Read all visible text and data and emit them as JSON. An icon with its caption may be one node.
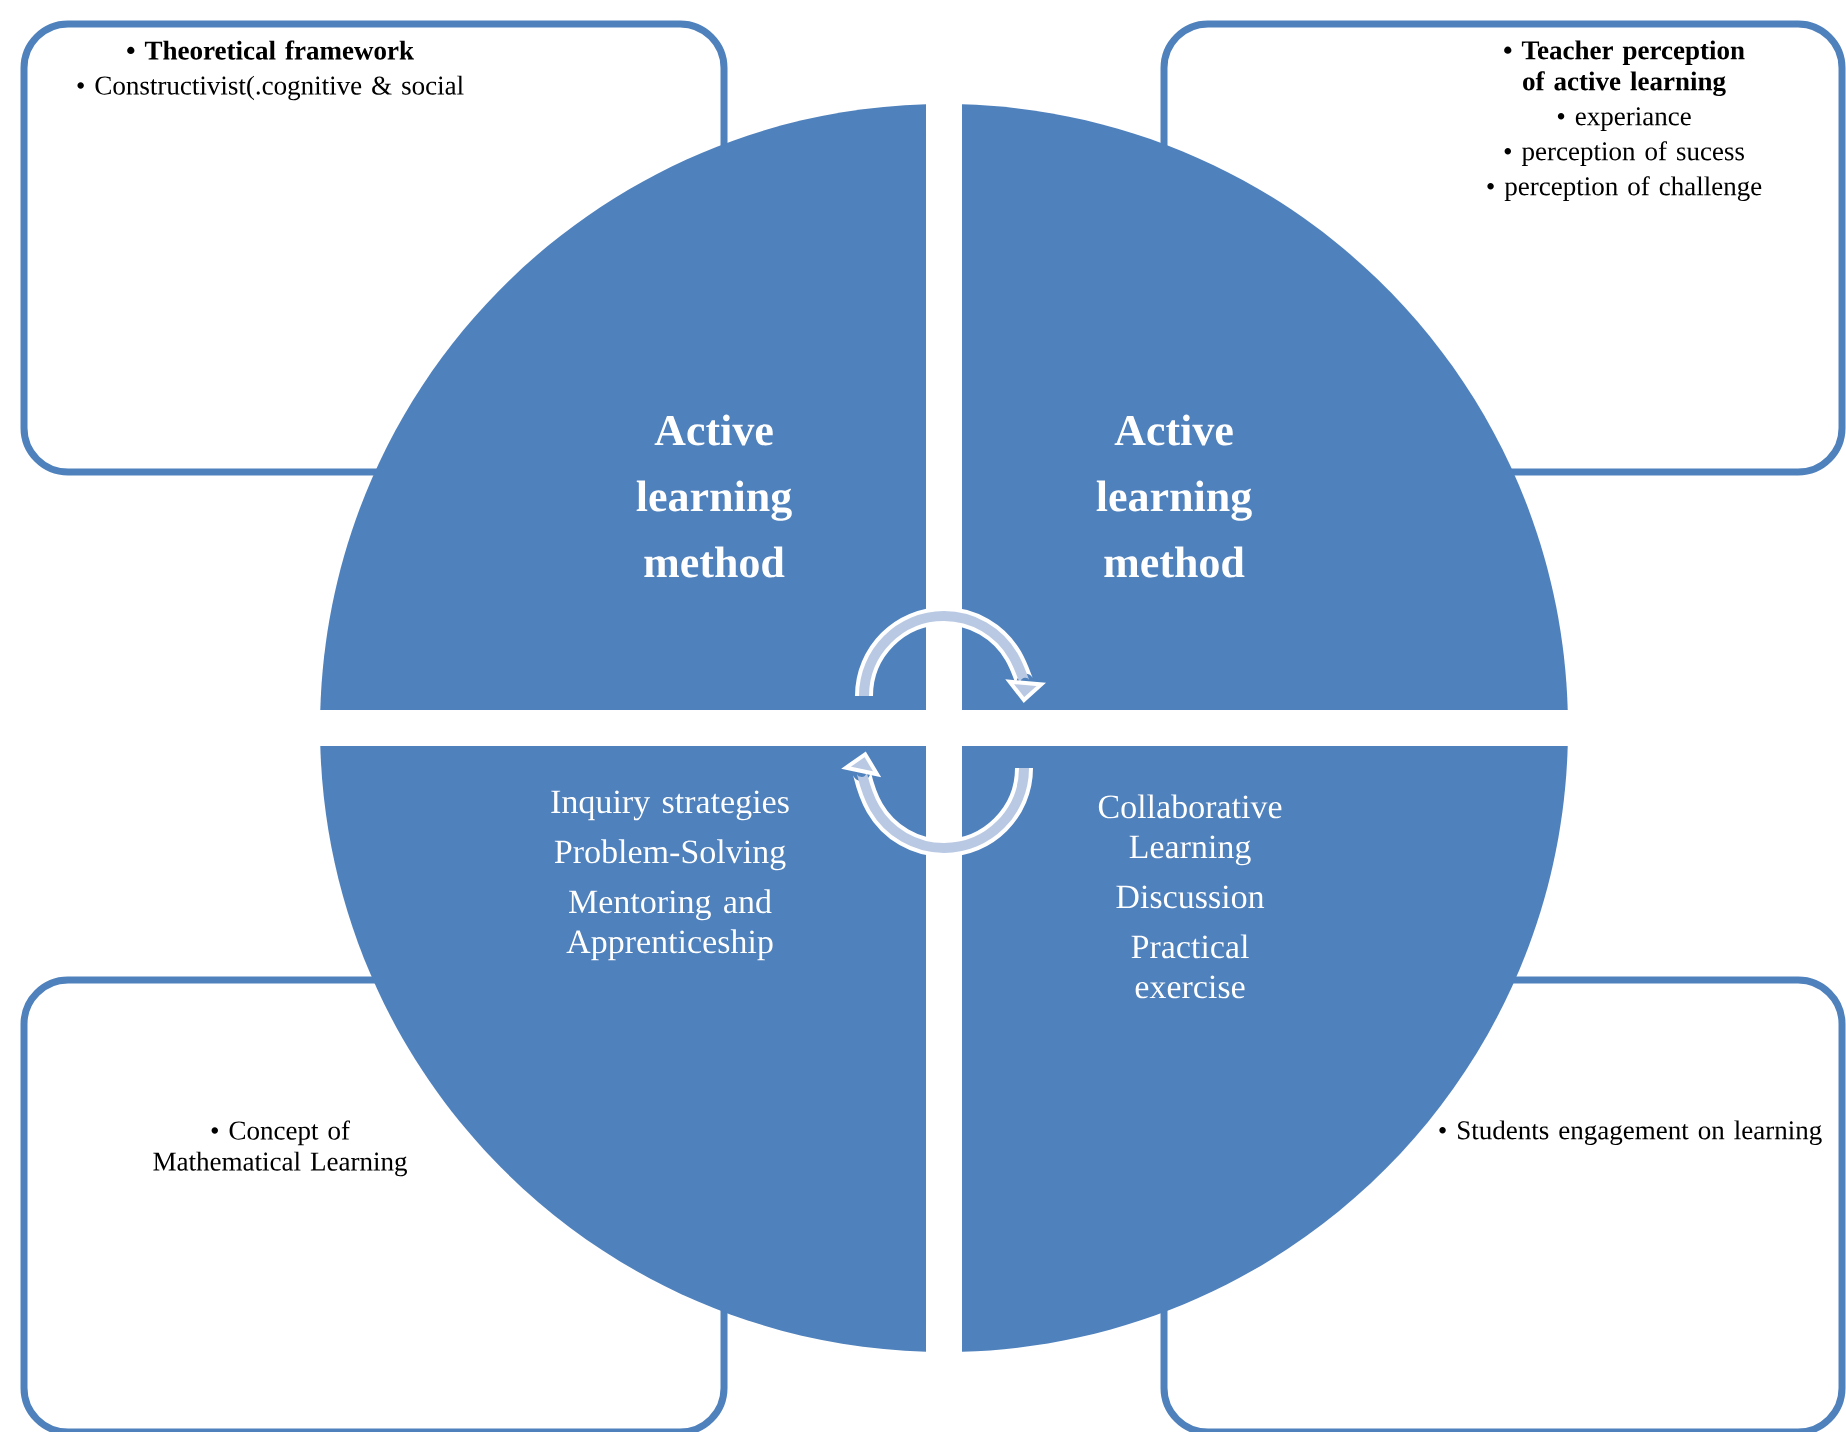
{
  "diagram": {
    "nodes": [
      {
        "text": [
          "• Theoretical framework",
          "• Constructivist(.cognitive & social"
        ]
      },
      {
        "text": [
          "• Teacher perception of active learning",
          "• experiance",
          "• perception of sucess",
          "• perception of challenge"
        ]
      },
      {
        "text": [
          "Active learning method"
        ]
      },
      {
        "text": [
          "Active learning method"
        ]
      },
      {
        "text": [
          "Inquiry strategies",
          "Problem-Solving",
          "Mentoring and Apprenticeship"
        ]
      },
      {
        "text": [
          "Collaborative Learning",
          "Discussion",
          "Practical exercise"
        ]
      },
      {
        "text": [
          "• Concept of Mathematical Learning"
        ]
      },
      {
        "text": [
          "• Students engagement on learning"
        ]
      }
    ],
    "edges": [
      {
        "from": 2,
        "to": 3,
        "arrow": "to"
      },
      {
        "from": 5,
        "to": 4,
        "arrow": "to"
      }
    ]
  }
}
